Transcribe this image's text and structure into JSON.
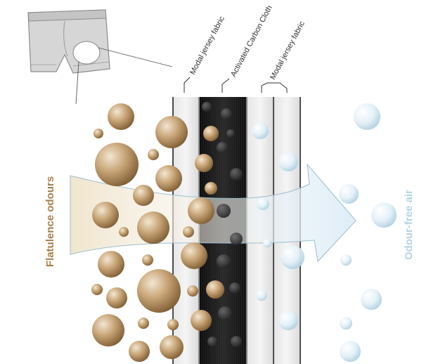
{
  "layers": {
    "modal_outer": "Modal jersey fabric",
    "carbon": "Activated Carbon Cloth",
    "modal_inner": "Modal jersey fabric"
  },
  "labels": {
    "left": "Flatulence odours",
    "right": "Odour-free air"
  },
  "colors": {
    "odour_text": "#a8814a",
    "fresh_text": "#b5d4e6",
    "bubble_brown": "#a07a4a",
    "bubble_blue": "#cfe4f0",
    "carbon": "#1a1a1a"
  }
}
